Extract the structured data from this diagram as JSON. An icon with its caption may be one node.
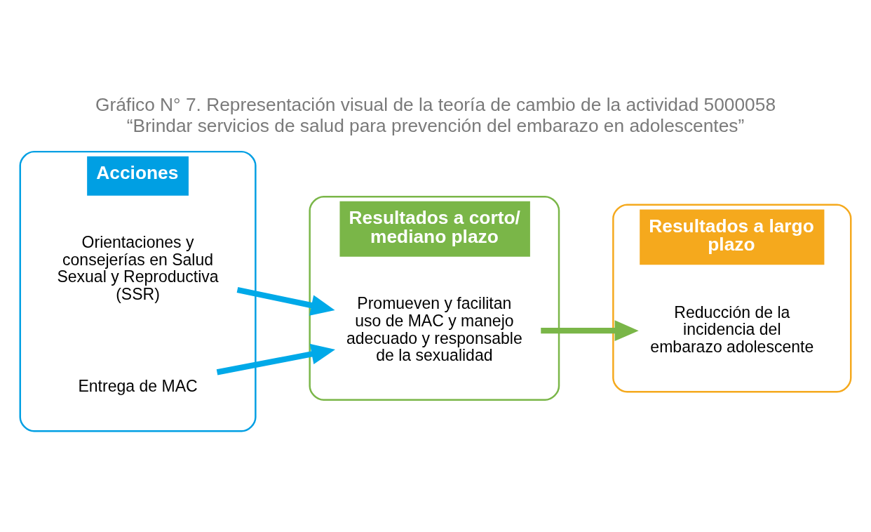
{
  "diagram": {
    "title": "Gráfico N° 7. Representación visual de la teoría de cambio de la actividad 5000058 “Brindar servicios de salud para prevención del embarazo en adolescentes”",
    "nodes": [
      {
        "text": [
          "Acciones"
        ]
      },
      {
        "text": [
          "Orientaciones y consejerías en Salud Sexual y Reproductiva (SSR)"
        ],
        "in": 0
      },
      {
        "text": [
          "Entrega de MAC"
        ],
        "in": 0
      },
      {
        "text": [
          "Resultados a corto/ mediano plazo"
        ]
      },
      {
        "text": [
          "Promueven y facilitan uso de MAC y manejo adecuado y responsable de la sexualidad"
        ],
        "in": 3
      },
      {
        "text": [
          "Resultados a largo plazo"
        ]
      },
      {
        "text": [
          "Reducción de la incidencia del embarazo adolescente"
        ],
        "in": 5
      }
    ],
    "edges": [
      {
        "from": 1,
        "to": 4,
        "arrow": "to"
      },
      {
        "from": 2,
        "to": 4,
        "arrow": "to"
      },
      {
        "from": 4,
        "to": 6,
        "arrow": "to",
        "color": "#7ab648"
      }
    ]
  }
}
